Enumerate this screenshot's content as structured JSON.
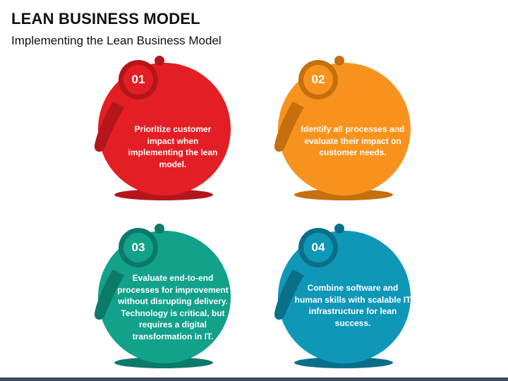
{
  "header": {
    "title": "LEAN BUSINESS MODEL",
    "subtitle": "Implementing the Lean Business Model"
  },
  "colors": {
    "step1": "#e31e24",
    "step2": "#f7931d",
    "step3": "#12a18a",
    "step4": "#0f97b8"
  },
  "steps": [
    {
      "number": "01",
      "text": "Prioritize customer impact when implementing the lean model."
    },
    {
      "number": "02",
      "text": "Identify all processes and evaluate their impact on customer needs."
    },
    {
      "number": "03",
      "text": "Evaluate end-to-end processes for improvement without disrupting delivery. Technology is critical, but requires a digital transformation in IT."
    },
    {
      "number": "04",
      "text": "Combine software and human skills with scalable IT infrastructure for lean success."
    }
  ]
}
